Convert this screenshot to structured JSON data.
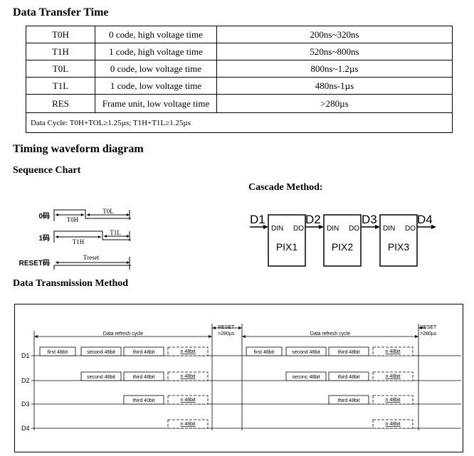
{
  "titles": {
    "transfer_time": "Data Transfer Time",
    "timing_waveform": "Timing waveform diagram",
    "sequence_chart": "Sequence Chart",
    "cascade_method": "Cascade Method:",
    "transmission_method": "Data Transmission Method"
  },
  "timing_table": {
    "rows": [
      {
        "name": "T0H",
        "desc": "0 code, high voltage time",
        "value": "200ns~320ns"
      },
      {
        "name": "T1H",
        "desc": "1 code, high voltage time",
        "value": "520ns~800ns"
      },
      {
        "name": "T0L",
        "desc": "0 code, low voltage time",
        "value": "800ns~1.2µs"
      },
      {
        "name": "T1L",
        "desc": "1 code, low voltage time",
        "value": "480ns-1µs"
      },
      {
        "name": "RES",
        "desc": "Frame unit, low voltage time",
        "value": ">280µs"
      }
    ],
    "note": "Data Cycle:  T0H+TOL≥1.25µs;    T1H+T1L≥1.25µs"
  },
  "sequence": {
    "code0_label": "0码",
    "code1_label": "1码",
    "reset_label": "RESET码",
    "t0h": "T0H",
    "t0l": "T0L",
    "t1h": "T1H",
    "t1l": "T1L",
    "treset": "Treset"
  },
  "cascade": {
    "d1": "D1",
    "d2": "D2",
    "d3": "D3",
    "d4": "D4",
    "din": "DIN",
    "do": "DO",
    "pix1": "PIX1",
    "pix2": "PIX2",
    "pix3": "PIX3"
  },
  "transmission": {
    "reset": "RESET",
    "reset_time": ">280µs",
    "cycle_label": "Data refresh cycle",
    "lines": [
      "D1",
      "D2",
      "D3",
      "D4"
    ],
    "left": {
      "d1": [
        "first 48bit",
        "second 48bit",
        "third 48bit",
        "n 48bit"
      ],
      "d2": [
        "second 48bit",
        "third 48bit",
        "n 48bit"
      ],
      "d3": [
        "third 40bit",
        "n 48bit"
      ],
      "d4": [
        "n 48bit"
      ]
    },
    "right": {
      "d1": [
        "first 48bit",
        "second 48bit",
        "third 48bit",
        "n 48bit"
      ],
      "d2": [
        "seconc 48bit",
        "third 48bit",
        "n 48bit"
      ],
      "d3": [
        "third 48bit",
        "n 48bit"
      ],
      "d4": [
        "n 48bit"
      ]
    }
  }
}
